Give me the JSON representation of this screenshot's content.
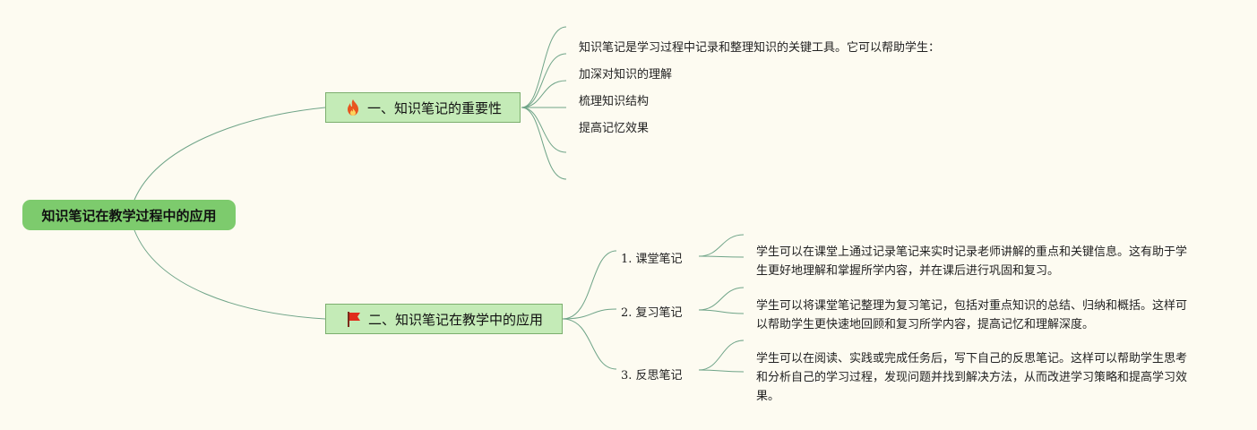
{
  "root": {
    "title": "知识笔记在教学过程中的应用"
  },
  "branches": [
    {
      "title": "一、知识笔记的重要性",
      "icon": "fire-icon",
      "items": [
        "知识笔记是学习过程中记录和整理知识的关键工具。它可以帮助学生：",
        "加深对知识的理解",
        "梳理知识结构",
        "提高记忆效果",
        "",
        ""
      ]
    },
    {
      "title": "二、知识笔记在教学中的应用",
      "icon": "red-flag-icon",
      "subs": [
        {
          "label": "1. 课堂笔记",
          "desc": "学生可以在课堂上通过记录笔记来实时记录老师讲解的重点和关键信息。这有助于学生更好地理解和掌握所学内容，并在课后进行巩固和复习。"
        },
        {
          "label": "2. 复习笔记",
          "desc": "学生可以将课堂笔记整理为复习笔记，包括对重点知识的总结、归纳和概括。这样可以帮助学生更快速地回顾和复习所学内容，提高记忆和理解深度。"
        },
        {
          "label": "3. 反思笔记",
          "desc": "学生可以在阅读、实践或完成任务后，写下自己的反思笔记。这样可以帮助学生思考和分析自己的学习过程，发现问题并找到解决方法，从而改进学习策略和提高学习效果。"
        }
      ]
    }
  ],
  "colors": {
    "background": "#fdfbf1",
    "root_fill": "#7dcb6d",
    "branch_fill": "#c4ebb7",
    "connector": "#6fa488",
    "fire": "#e8541e",
    "flag": "#e02d1b"
  }
}
